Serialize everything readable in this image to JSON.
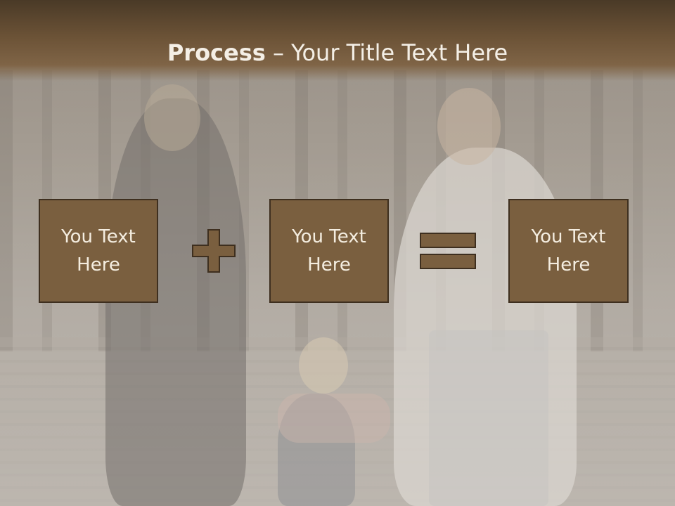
{
  "slide": {
    "title_bold": "Process",
    "title_rest": " – Your Title Text Here",
    "boxes": [
      {
        "line1": "You Text",
        "line2": "Here"
      },
      {
        "line1": "You Text",
        "line2": "Here"
      },
      {
        "line1": "You Text",
        "line2": "Here"
      }
    ],
    "operators": [
      "plus-icon",
      "equals-icon"
    ],
    "colors": {
      "box_fill": "#7a5f3f",
      "box_border": "#3e2f1f",
      "title_bar": "#6b5236",
      "text": "#f4ede0"
    }
  }
}
